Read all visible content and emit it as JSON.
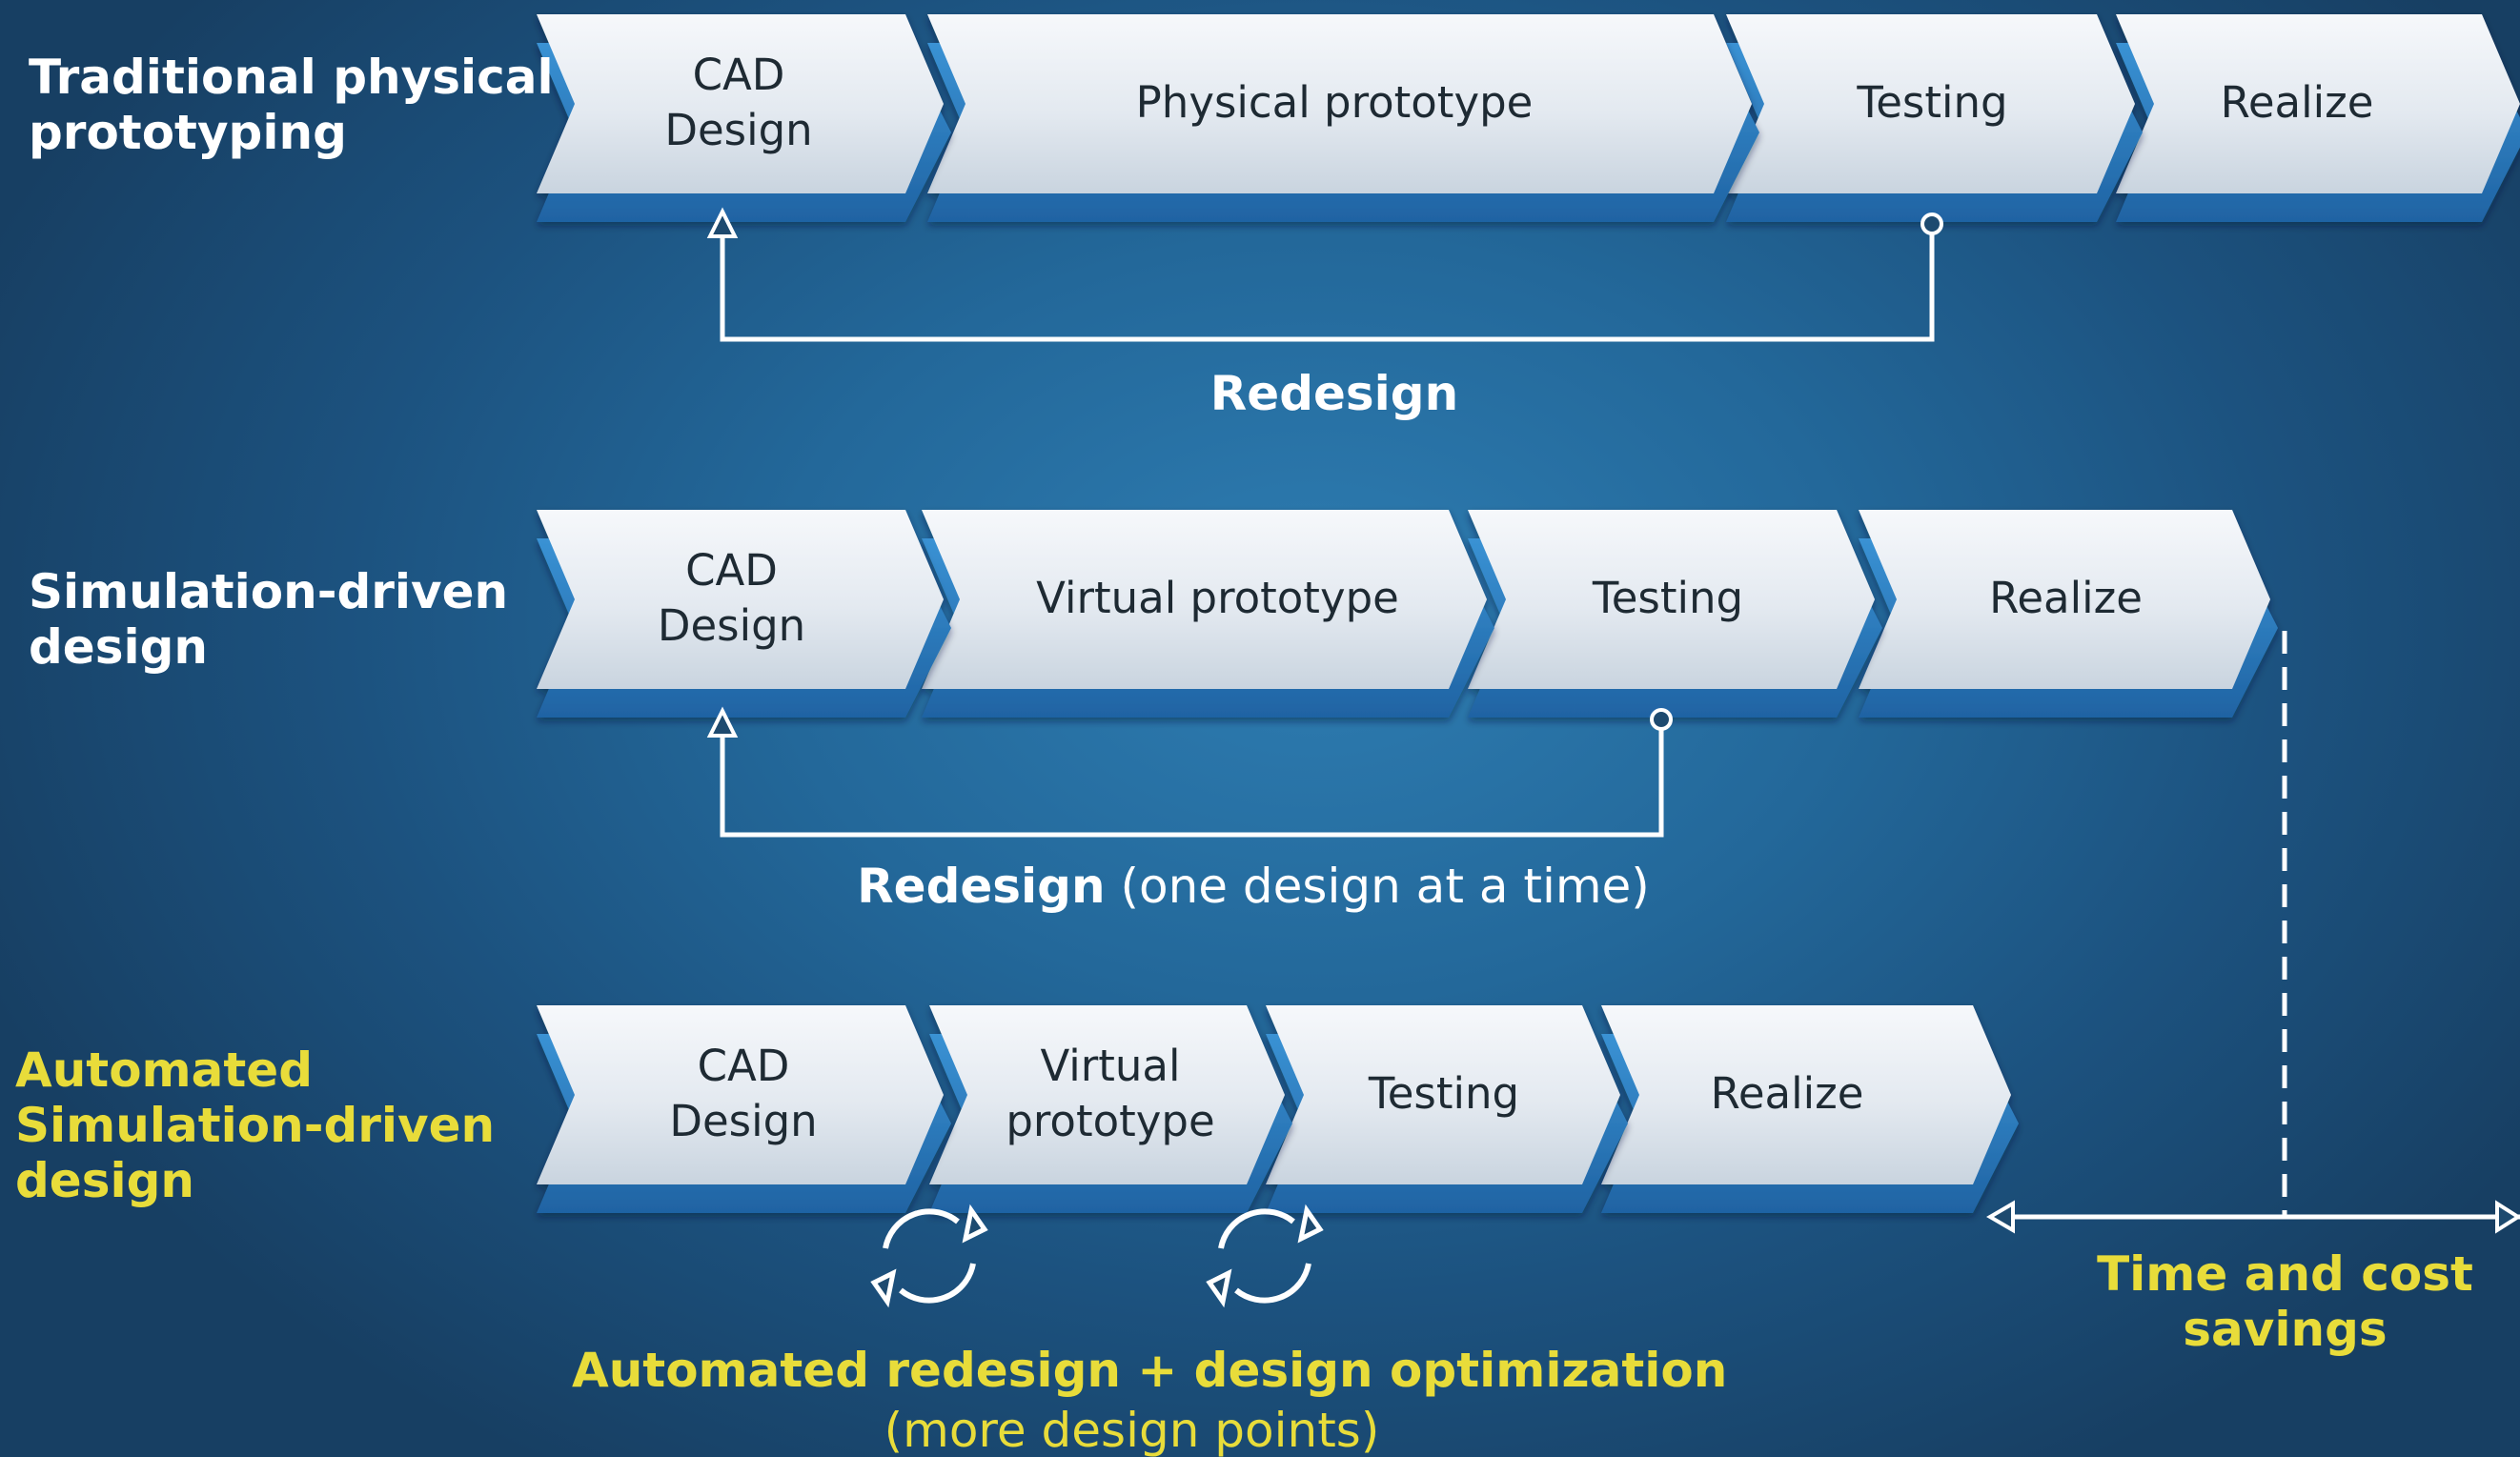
{
  "rows": [
    {
      "label": "Traditional physical\nprototyping",
      "steps": [
        "CAD\nDesign",
        "Physical prototype",
        "Testing",
        "Realize"
      ],
      "feedback": {
        "bold": "Redesign",
        "rest": ""
      }
    },
    {
      "label": "Simulation-driven\ndesign",
      "steps": [
        "CAD\nDesign",
        "Virtual prototype",
        "Testing",
        "Realize"
      ],
      "feedback": {
        "bold": "Redesign",
        "rest": " (one design at a time)"
      }
    },
    {
      "label": "Automated\nSimulation-driven\ndesign",
      "steps": [
        "CAD\nDesign",
        "Virtual\nprototype",
        "Testing",
        "Realize"
      ],
      "feedback": {
        "bold": "Automated redesign + design optimization",
        "rest": "(more design points)"
      }
    }
  ],
  "savings": "Time and cost\nsavings",
  "colors": {
    "accent_yellow": "#e8dc3a",
    "chevron_face": "#e6ecf3",
    "chevron_base": "#2a7cbd",
    "text_dark": "#1e2a33"
  },
  "icons": [
    "return-arrow-icon",
    "refresh-cycle-icon",
    "double-arrow-icon"
  ]
}
